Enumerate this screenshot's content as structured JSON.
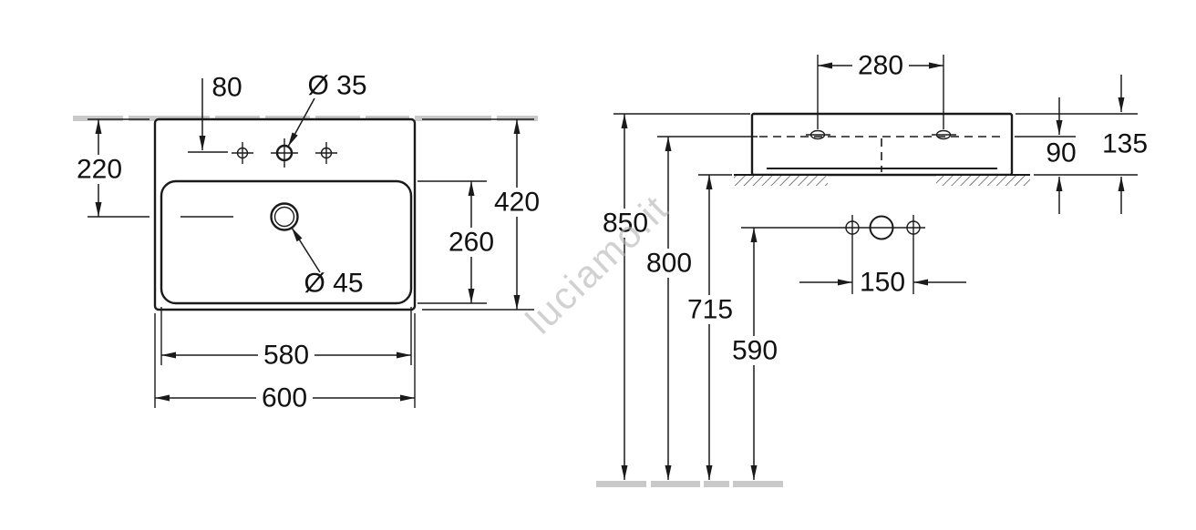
{
  "watermark": "luciamo.it",
  "colors": {
    "line": "#1a1a1a",
    "tile_gray": "#c9c9c9",
    "watermark_gray": "#b3b3b3",
    "background": "#ffffff"
  },
  "top_view": {
    "dim_faucet_offset": "80",
    "dim_faucet_hole_diameter": "Ø 35",
    "dim_drain_from_back": "220",
    "dim_overall_depth": "420",
    "dim_basin_depth": "260",
    "dim_drain_diameter": "Ø 45",
    "dim_basin_width": "580",
    "dim_overall_width": "600"
  },
  "front_view": {
    "dim_faucet_spacing": "280",
    "dim_rim_height": "90",
    "dim_overall_height": "135",
    "dim_rim_to_floor": "850",
    "dim_interior_to_floor": "800",
    "dim_underside_to_floor": "715",
    "dim_fixing_to_floor": "590",
    "dim_fixing_spacing": "150"
  }
}
